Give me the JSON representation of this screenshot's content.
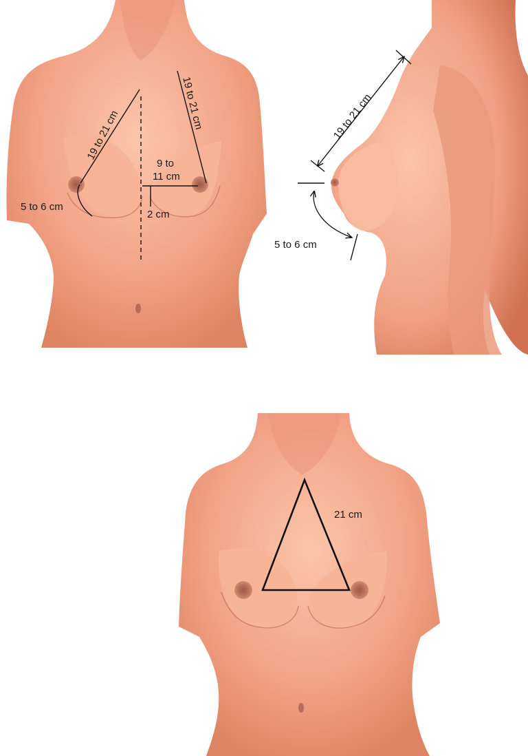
{
  "front_view": {
    "left_sternal_notch_to_nipple": "19 to 21 cm",
    "right_sternal_notch_to_nipple": "19 to 21 cm",
    "nipple_to_midline": [
      "9 to",
      "11 cm"
    ],
    "midline_offset": "2 cm",
    "nipple_to_fold": "5 to 6 cm"
  },
  "side_view": {
    "notch_to_nipple": "19 to 21 cm",
    "nipple_to_fold": "5 to 6 cm"
  },
  "triangle_view": {
    "side_length": "21 cm"
  },
  "colors": {
    "skin": "#f3a78a",
    "skin_shadow": "#d97f60",
    "areola": "#b66c58",
    "ink": "#111111"
  }
}
